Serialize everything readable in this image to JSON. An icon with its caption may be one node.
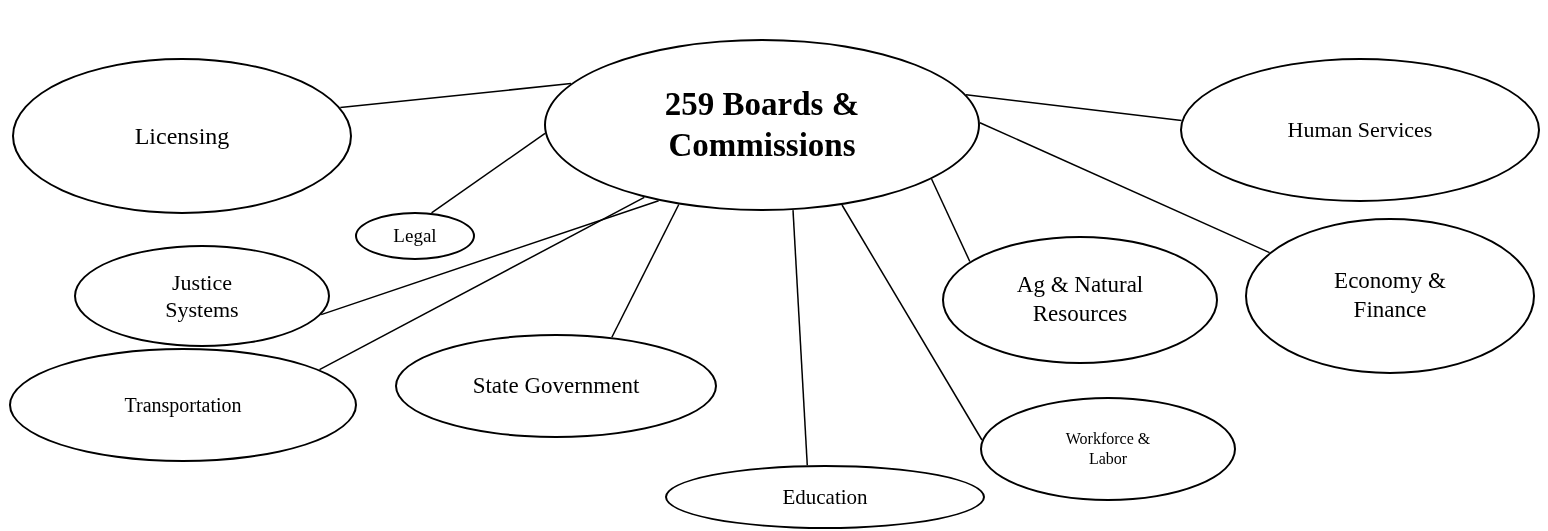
{
  "diagram": {
    "nodes": [
      {
        "text": [
          "259 Boards & Commissions"
        ]
      },
      {
        "text": [
          "Licensing"
        ]
      },
      {
        "text": [
          "Legal"
        ]
      },
      {
        "text": [
          "Justice Systems"
        ]
      },
      {
        "text": [
          "Transportation"
        ]
      },
      {
        "text": [
          "State Government"
        ]
      },
      {
        "text": [
          "Education"
        ]
      },
      {
        "text": [
          "Workforce & Labor"
        ]
      },
      {
        "text": [
          "Ag & Natural Resources"
        ]
      },
      {
        "text": [
          "Economy & Finance"
        ]
      },
      {
        "text": [
          "Human Services"
        ]
      }
    ],
    "edges": [
      {
        "from": 0,
        "to": 1,
        "arrow": "none"
      },
      {
        "from": 0,
        "to": 2,
        "arrow": "none"
      },
      {
        "from": 0,
        "to": 3,
        "arrow": "none"
      },
      {
        "from": 0,
        "to": 4,
        "arrow": "none"
      },
      {
        "from": 0,
        "to": 5,
        "arrow": "none"
      },
      {
        "from": 0,
        "to": 6,
        "arrow": "none"
      },
      {
        "from": 0,
        "to": 7,
        "arrow": "none"
      },
      {
        "from": 0,
        "to": 8,
        "arrow": "none"
      },
      {
        "from": 0,
        "to": 9,
        "arrow": "none"
      },
      {
        "from": 0,
        "to": 10,
        "arrow": "none"
      }
    ]
  }
}
